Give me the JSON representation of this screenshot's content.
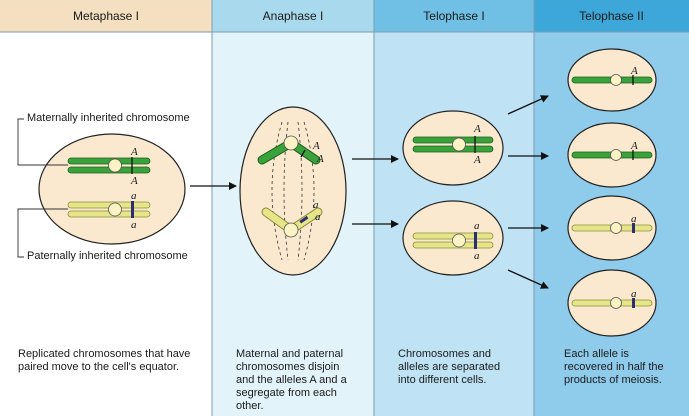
{
  "columns": [
    {
      "header": "Metaphase I",
      "caption": "Replicated chromosomes that have paired move to the cell's equator."
    },
    {
      "header": "Anaphase I",
      "caption": "Maternal and paternal chromosomes disjoin and the alleles A and a segregate from each other."
    },
    {
      "header": "Telophase I",
      "caption": "Chromosomes and alleles are separated into different cells."
    },
    {
      "header": "Telophase II",
      "caption": "Each allele is recovered in half the products of meiosis."
    }
  ],
  "labels": {
    "maternal": "Maternally inherited chromosome",
    "paternal": "Paternally inherited chromosome"
  },
  "alleles": {
    "dominant": "A",
    "recessive": "a"
  },
  "colors": {
    "header_bg_1": "#f4dfc0",
    "header_bg_2": "#a9d9ec",
    "header_bg_3": "#6fc0e4",
    "header_bg_4": "#3da7d9",
    "panel_1": "#ffffff",
    "panel_2": "#e2f3fa",
    "panel_3": "#bfe3f4",
    "panel_4": "#8fcbeb",
    "cell_fill": "#fbe9cf",
    "maternal_chromosome": "#3aa23a",
    "paternal_chromosome": "#e6e58a",
    "centromere": "#fbf3c4"
  }
}
